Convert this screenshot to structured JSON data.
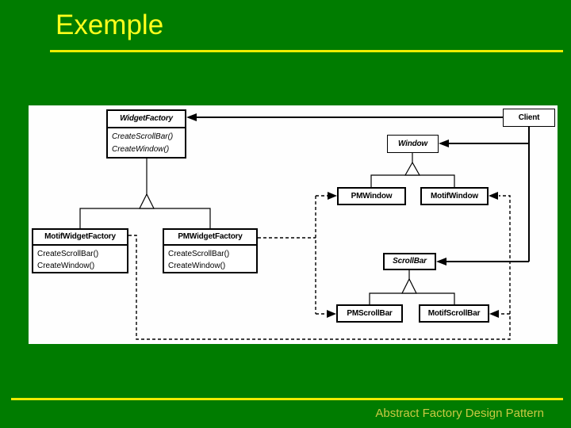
{
  "slide": {
    "title": "Exemple",
    "footer": "Abstract Factory Design Pattern"
  },
  "colors": {
    "background_green": "#007C00",
    "title_yellow": "#FFFF1C",
    "rule_yellow": "#EDED00",
    "footer_text_yellow": "#C9C943",
    "panel_white": "#FEFEFE",
    "diagram_line": "#000000"
  },
  "diagram": {
    "classes": [
      {
        "name": "WidgetFactory",
        "abstract": true,
        "methods": [
          "CreateScrollBar()",
          "CreateWindow()"
        ]
      },
      {
        "name": "Client",
        "abstract": false
      },
      {
        "name": "Window",
        "abstract": true
      },
      {
        "name": "PMWindow",
        "abstract": false
      },
      {
        "name": "MotifWindow",
        "abstract": false
      },
      {
        "name": "MotifWidgetFactory",
        "abstract": false,
        "methods": [
          "CreateScrollBar()",
          "CreateWindow()"
        ]
      },
      {
        "name": "PMWidgetFactory",
        "abstract": false,
        "methods": [
          "CreateScrollBar()",
          "CreateWindow()"
        ]
      },
      {
        "name": "ScrollBar",
        "abstract": true
      },
      {
        "name": "PMScrollBar",
        "abstract": false
      },
      {
        "name": "MotifScrollBar",
        "abstract": false
      }
    ],
    "relations": [
      {
        "from": "Client",
        "to": "WidgetFactory",
        "type": "association"
      },
      {
        "from": "Client",
        "to": "Window",
        "type": "association"
      },
      {
        "from": "Client",
        "to": "ScrollBar",
        "type": "association"
      },
      {
        "from": "MotifWidgetFactory",
        "to": "WidgetFactory",
        "type": "inheritance"
      },
      {
        "from": "PMWidgetFactory",
        "to": "WidgetFactory",
        "type": "inheritance"
      },
      {
        "from": "PMWindow",
        "to": "Window",
        "type": "inheritance"
      },
      {
        "from": "MotifWindow",
        "to": "Window",
        "type": "inheritance"
      },
      {
        "from": "PMScrollBar",
        "to": "ScrollBar",
        "type": "inheritance"
      },
      {
        "from": "MotifScrollBar",
        "to": "ScrollBar",
        "type": "inheritance"
      },
      {
        "from": "PMWidgetFactory",
        "to": "PMWindow",
        "type": "creates-dashed"
      },
      {
        "from": "PMWidgetFactory",
        "to": "PMScrollBar",
        "type": "creates-dashed"
      },
      {
        "from": "MotifWidgetFactory",
        "to": "MotifWindow",
        "type": "creates-dashed"
      },
      {
        "from": "MotifWidgetFactory",
        "to": "MotifScrollBar",
        "type": "creates-dashed"
      }
    ]
  }
}
